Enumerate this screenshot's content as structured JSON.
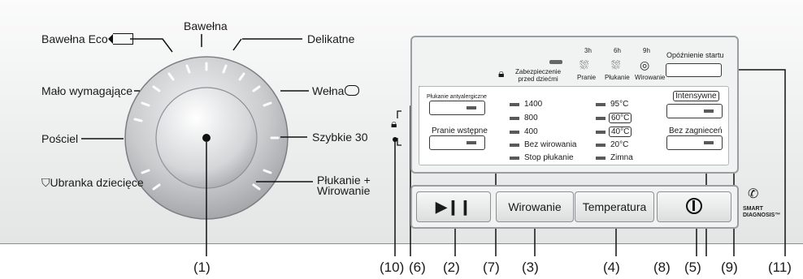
{
  "dial": {
    "programs": {
      "bawelna_eco": "Bawełna Eco",
      "bawelna": "Bawełna",
      "delikatne": "Delikatne",
      "malo": "Mało wymagające",
      "welna": "Wełna",
      "poscie": "Pościel",
      "szybkie": "Szybkie 30",
      "ubranka": "Ubranka dziecięce",
      "plukanie1": "Płukanie +",
      "plukanie2": "Wirowanie"
    }
  },
  "display": {
    "child_lock_1": "Zabezpieczenie",
    "child_lock_2": "przed dziećmi",
    "times": [
      "3h",
      "6h",
      "9h"
    ],
    "phases": [
      "Pranie",
      "Płukanie",
      "Wirowanie"
    ],
    "delay_start": "Opóźnienie startu",
    "anti_allergic": "Płukanie antyalergiczne",
    "prewash": "Pranie wstępne",
    "intensive": "Intensywne",
    "no_crease": "Bez zagnieceń",
    "spin_options": [
      "1400",
      "800",
      "400",
      "Bez wirowania",
      "Stop płukanie"
    ],
    "temp_options": [
      "95°C",
      "60°C",
      "40°C",
      "20°C",
      "Zimna"
    ]
  },
  "buttons": {
    "spin": "Wirowanie",
    "temp": "Temperatura"
  },
  "smart": {
    "line1": "SMART",
    "line2": "DIAGNOSIS™"
  },
  "callouts": [
    "(1)",
    "(10)",
    "(6)",
    "(2)",
    "(7)",
    "(3)",
    "(4)",
    "(8)",
    "(5)",
    "(9)",
    "(11)"
  ]
}
